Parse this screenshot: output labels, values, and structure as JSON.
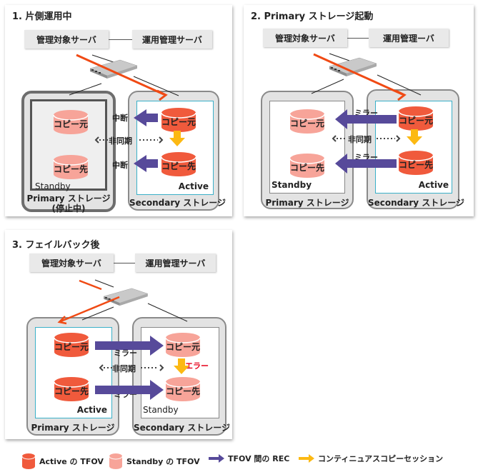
{
  "colors": {
    "active_disk": "#f05a3c",
    "standby_disk": "#f7a499",
    "rec_arrow": "#574a9a",
    "copy_arrow": "#fcb913",
    "access_arrow": "#f04a14",
    "error_text": "#e6001a",
    "active_frame": "#3ab0c8"
  },
  "panels": [
    {
      "title": "1. 片側運用中",
      "managed_server": "管理対象サーバ",
      "ops_server": "運用管理サーバ",
      "primary": {
        "label": "Primary ストレージ",
        "sublabel": "(停止中)",
        "state": "Standby",
        "disks": [
          "コピー元",
          "コピー先"
        ]
      },
      "secondary": {
        "label": "Secondary ストレージ",
        "state": "Active",
        "disks": [
          "コピー元",
          "コピー先"
        ]
      },
      "rec_labels": [
        "中断",
        "中断"
      ],
      "async_label": "非同期"
    },
    {
      "title": "2. Primary ストレージ起動",
      "managed_server": "管理対象サーバ",
      "ops_server": "運用管理ーバ",
      "primary": {
        "label": "Primary ストレージ",
        "state": "Standby",
        "disks": [
          "コピー元",
          "コピー先"
        ]
      },
      "secondary": {
        "label": "Secondary ストレージ",
        "state": "Active",
        "disks": [
          "コピー元",
          "コピー先"
        ]
      },
      "rec_labels": [
        "ミラー",
        "ミラー"
      ],
      "async_label": "非同期"
    },
    {
      "title": "3. フェイルバック後",
      "managed_server": "管理対象サーバ",
      "ops_server": "運用管理サーバ",
      "primary": {
        "label": "Primary ストレージ",
        "state": "Active",
        "disks": [
          "コピー元",
          "コピー先"
        ]
      },
      "secondary": {
        "label": "Secondary ストレージ",
        "state": "Standby",
        "disks": [
          "コピー元",
          "コピー先"
        ]
      },
      "rec_labels": [
        "ミラー",
        "ミラー"
      ],
      "async_label": "非同期",
      "error_label": "エラー"
    }
  ],
  "legend": [
    {
      "icon": "active-disk-icon",
      "label": "Active の TFOV"
    },
    {
      "icon": "standby-disk-icon",
      "label": "Standby の TFOV"
    },
    {
      "icon": "rec-arrow-icon",
      "label": "TFOV 間の REC"
    },
    {
      "icon": "copy-session-arrow-icon",
      "label": "コンティニュアスコピーセッション"
    }
  ]
}
